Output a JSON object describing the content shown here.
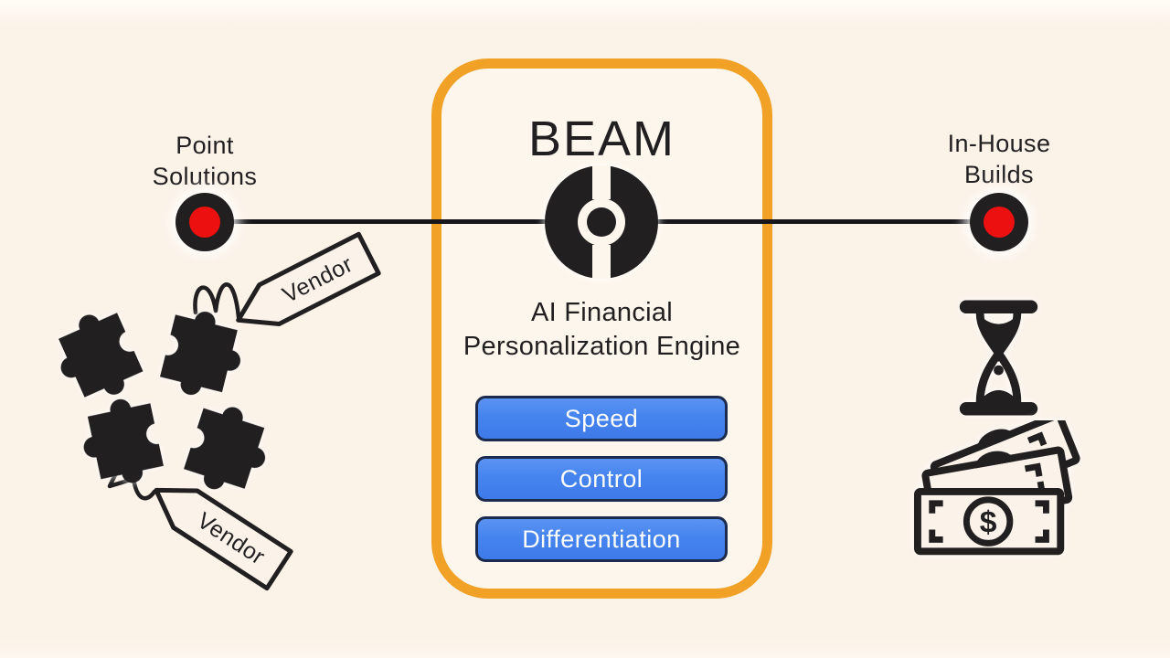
{
  "colors": {
    "background": "#FBF2E8",
    "accent_orange": "#F1A125",
    "button_blue": "#4584EE",
    "button_border": "#1C2B4D",
    "dot_red": "#EC1010",
    "ink": "#221F21"
  },
  "spectrum": {
    "left_endpoint": {
      "line1": "Point",
      "line2": "Solutions"
    },
    "right_endpoint": {
      "line1": "In-House",
      "line2": "Builds"
    }
  },
  "center_card": {
    "title": "BEAM",
    "logo_icon": "beam-target-logo",
    "subtitle_line1": "AI Financial",
    "subtitle_line2": "Personalization Engine",
    "buttons": [
      {
        "label": "Speed"
      },
      {
        "label": "Control"
      },
      {
        "label": "Differentiation"
      }
    ]
  },
  "left_cluster": {
    "icon": "puzzle-pieces",
    "tags": [
      {
        "label": "Vendor"
      },
      {
        "label": "Vendor"
      }
    ]
  },
  "right_cluster": {
    "icons": [
      "hourglass",
      "cash-banknotes"
    ],
    "money_symbol": "$"
  }
}
